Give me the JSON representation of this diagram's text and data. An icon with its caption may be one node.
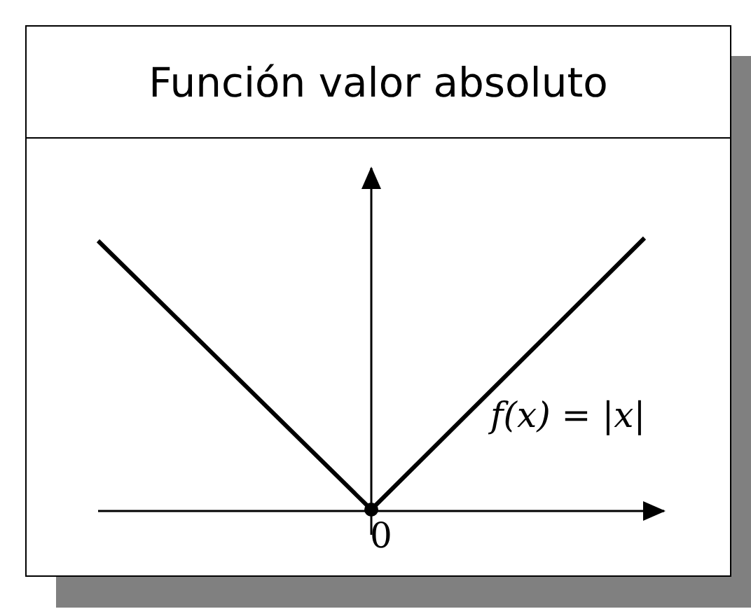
{
  "diagram": {
    "title": "Función valor absoluto",
    "labels": [
      "f(x) = |x|",
      "0"
    ]
  }
}
